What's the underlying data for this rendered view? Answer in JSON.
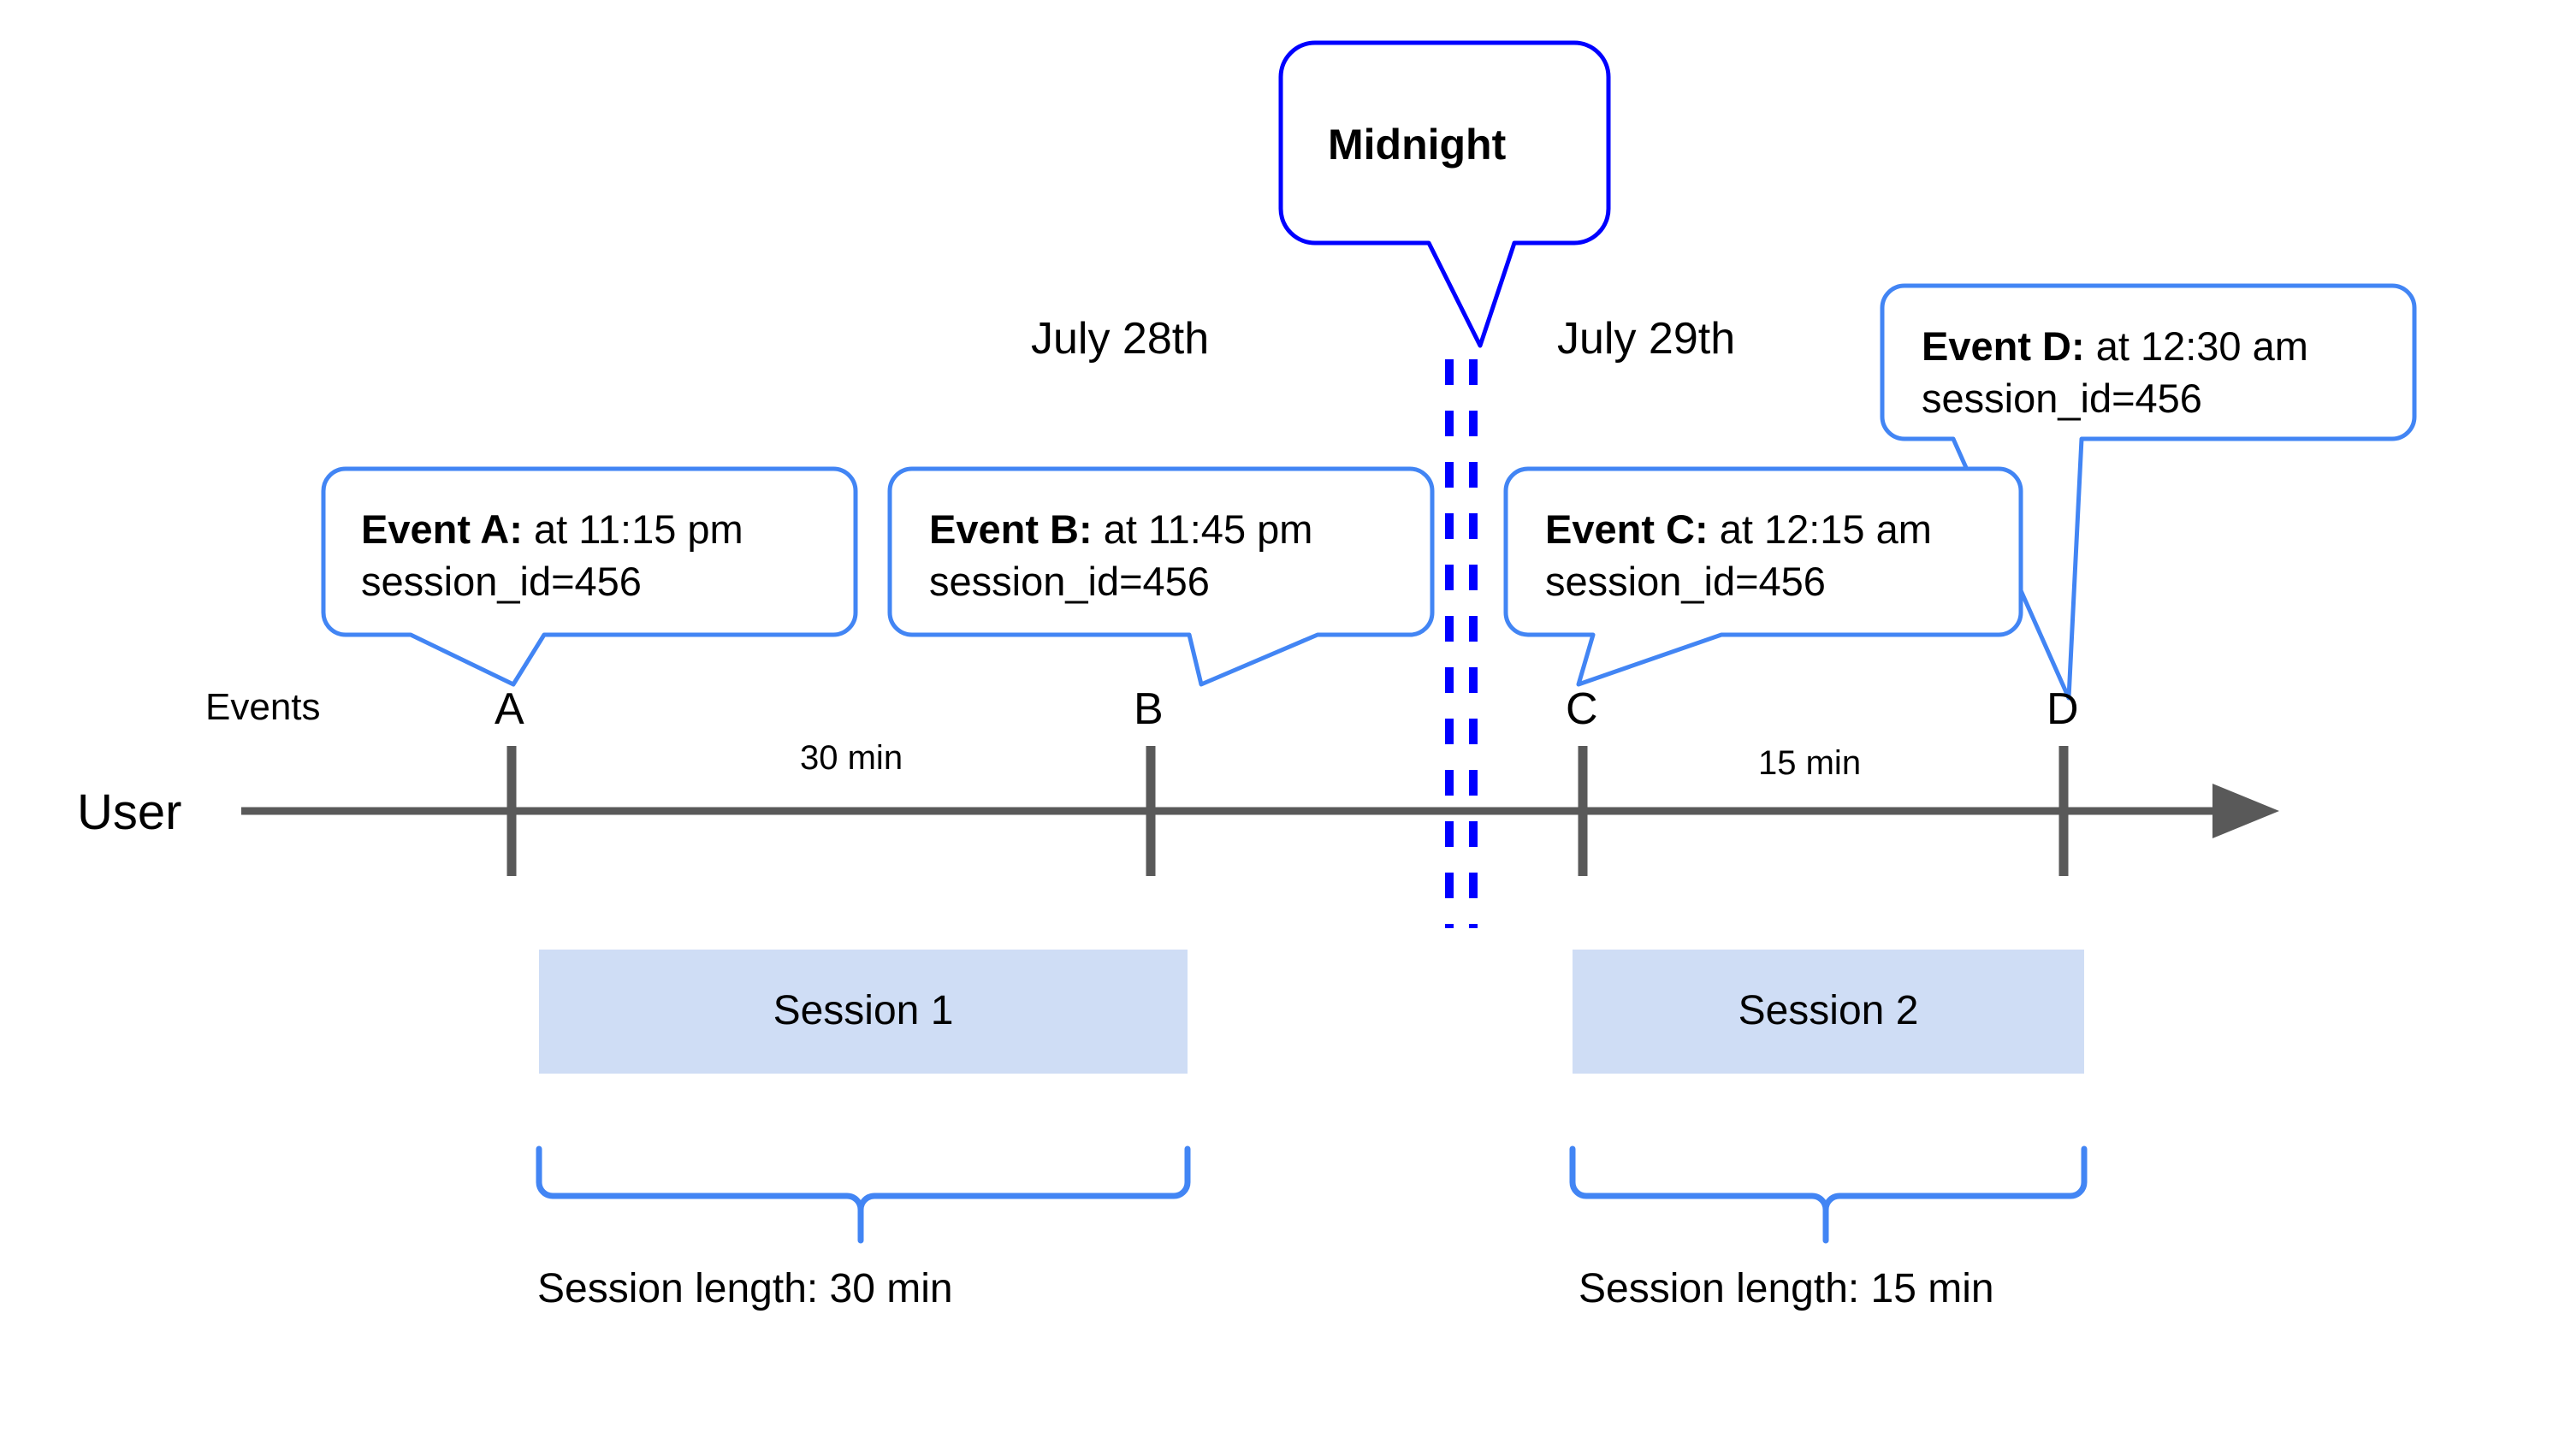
{
  "diagram": {
    "title_callout": {
      "label": "Midnight"
    },
    "lane": {
      "user_label": "User",
      "events_label": "Events"
    },
    "dates": [
      {
        "label": "July 28th"
      },
      {
        "label": "July 29th"
      }
    ],
    "markers": [
      {
        "id": "A",
        "label": "A"
      },
      {
        "id": "B",
        "label": "B"
      },
      {
        "id": "C",
        "label": "C"
      },
      {
        "id": "D",
        "label": "D"
      }
    ],
    "intervals": [
      {
        "label": "30 min"
      },
      {
        "label": "15 min"
      }
    ],
    "event_callouts": [
      {
        "title": "Event A:",
        "time": " at 11:15 pm",
        "detail": "session_id=456"
      },
      {
        "title": "Event B:",
        "time": " at 11:45 pm",
        "detail": "session_id=456"
      },
      {
        "title": "Event C:",
        "time": " at 12:15 am",
        "detail": "session_id=456"
      },
      {
        "title": "Event D:",
        "time": " at 12:30 am",
        "detail": "session_id=456"
      }
    ],
    "sessions": [
      {
        "bar_label": "Session 1",
        "length_label": "Session length: 30 min"
      },
      {
        "bar_label": "Session 2",
        "length_label": "Session length: 15 min"
      }
    ],
    "colors": {
      "callout_border": "#4285f4",
      "midnight_border": "#0000ff",
      "midnight_dash": "#0000ff",
      "axis": "#595959",
      "session_fill": "#cfddf5",
      "brace": "#4285f4",
      "text": "#000000"
    }
  }
}
